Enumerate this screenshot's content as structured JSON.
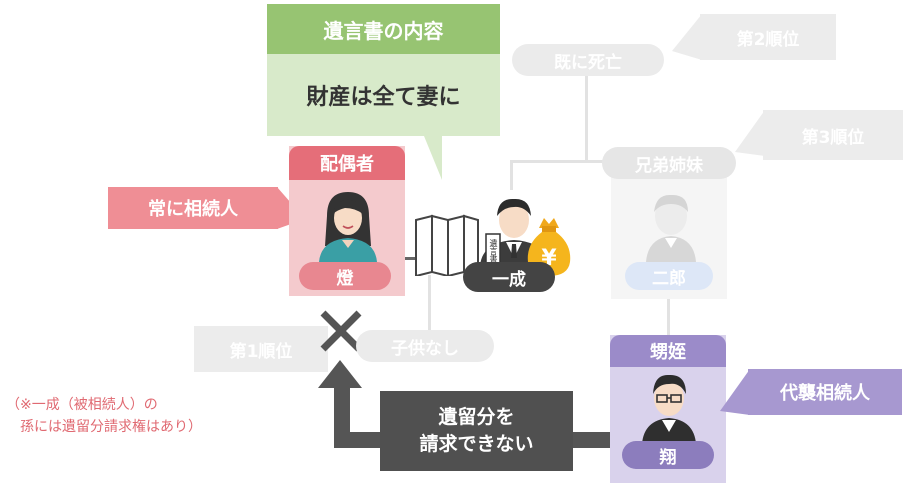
{
  "will": {
    "title": "遺言書の内容",
    "content": "財産は全て妻に"
  },
  "deceased": {
    "name": "一成",
    "document_label": "遺言書"
  },
  "spouse": {
    "title": "配偶者",
    "name": "燈",
    "tag": "常に相続人"
  },
  "second_rank": {
    "label": "第2順位",
    "status": "既に死亡"
  },
  "third_rank": {
    "label": "第3順位",
    "group": "兄弟姉妹",
    "name": "二郎"
  },
  "first_rank": {
    "label": "第1順位",
    "status": "子供なし"
  },
  "nephew": {
    "title": "甥姪",
    "name": "翔",
    "tag": "代襲相続人"
  },
  "claim": {
    "line1": "遺留分を",
    "line2": "請求できない"
  },
  "note": {
    "line1": "（※一成（被相続人）の",
    "line2": "孫には遺留分請求権はあり）"
  },
  "icons": {
    "money": "yen-money-bag-icon",
    "cross": "x-mark-icon",
    "arrow": "up-arrow-icon"
  },
  "colors": {
    "will_green": "#97c472",
    "spouse_pink": "#e56e79",
    "nephew_purple": "#9b8bc9",
    "dark": "#505050",
    "grey": "#ebebeb"
  }
}
